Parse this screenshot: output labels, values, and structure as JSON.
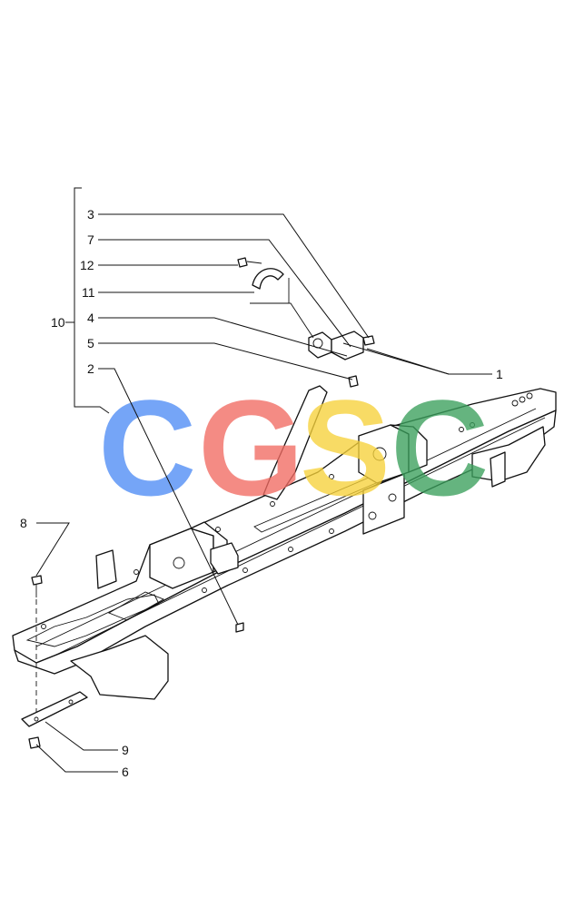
{
  "callouts": [
    {
      "id": "1",
      "label": "1"
    },
    {
      "id": "2",
      "label": "2"
    },
    {
      "id": "3",
      "label": "3"
    },
    {
      "id": "4",
      "label": "4"
    },
    {
      "id": "5",
      "label": "5"
    },
    {
      "id": "6",
      "label": "6"
    },
    {
      "id": "7",
      "label": "7"
    },
    {
      "id": "8",
      "label": "8"
    },
    {
      "id": "9",
      "label": "9"
    },
    {
      "id": "10",
      "label": "10"
    },
    {
      "id": "11",
      "label": "11"
    },
    {
      "id": "12",
      "label": "12"
    }
  ],
  "watermark": {
    "letters": [
      "C",
      "G",
      "S",
      "C"
    ],
    "colors": [
      "#4f8df5",
      "#f26b62",
      "#f7d23a",
      "#3aa05c"
    ]
  }
}
